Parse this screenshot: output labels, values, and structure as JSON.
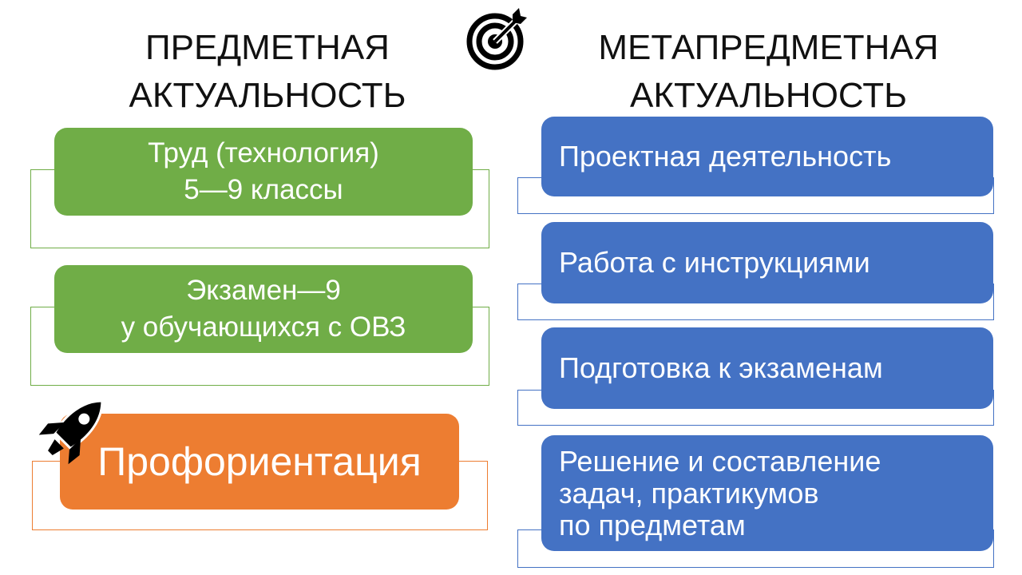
{
  "left": {
    "title_line1": "ПРЕДМЕТНАЯ",
    "title_line2": "АКТУАЛЬНОСТЬ",
    "items": [
      {
        "line1": "Труд (технология)",
        "line2": "5—9 классы"
      },
      {
        "line1": "Экзамен—9",
        "line2": "у обучающихся с ОВЗ"
      }
    ],
    "highlight": "Профориентация"
  },
  "right": {
    "title_line1": "МЕТАПРЕДМЕТНАЯ",
    "title_line2": "АКТУАЛЬНОСТЬ",
    "items": [
      {
        "line1": "Проектная деятельность"
      },
      {
        "line1": "Работа с инструкциями"
      },
      {
        "line1": "Подготовка к экзаменам"
      },
      {
        "line1": "Решение и составление",
        "line2": "задач, практикумов",
        "line3": "по предметам"
      }
    ]
  },
  "colors": {
    "green": "#70AD47",
    "blue": "#4472C4",
    "orange": "#ED7D31"
  }
}
